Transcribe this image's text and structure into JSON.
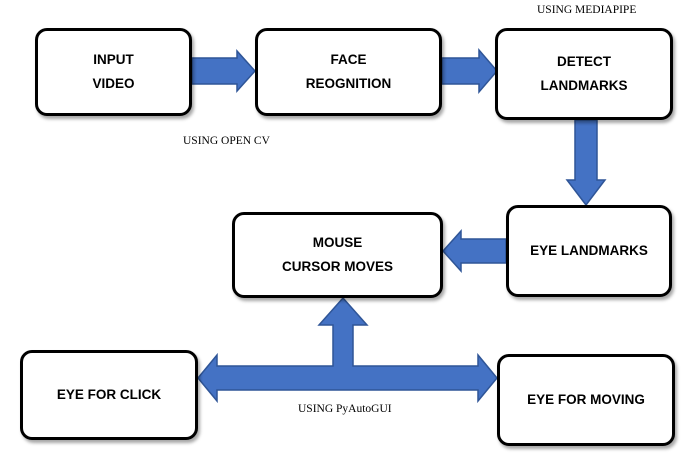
{
  "diagram": {
    "colors": {
      "arrow_fill": "#4472C4",
      "arrow_stroke": "#2F5597",
      "box_border": "#000000",
      "box_fill": "#FFFFFF"
    },
    "nodes": {
      "input_video": "INPUT\nVIDEO",
      "face_recognition": "FACE\nREOGNITION",
      "detect_landmarks": "DETECT\nLANDMARKS",
      "eye_landmarks": "EYE LANDMARKS",
      "mouse_cursor": "MOUSE\nCURSOR MOVES",
      "eye_click": "EYE FOR CLICK",
      "eye_moving": "EYE FOR MOVING"
    },
    "notes": {
      "mediapipe": "USING MEDIAPIPE",
      "opencv": "USING OPEN CV",
      "pyautogui": "USING PyAutoGUI"
    },
    "edges": [
      {
        "from": "input_video",
        "to": "face_recognition"
      },
      {
        "from": "face_recognition",
        "to": "detect_landmarks"
      },
      {
        "from": "detect_landmarks",
        "to": "eye_landmarks"
      },
      {
        "from": "eye_landmarks",
        "to": "mouse_cursor"
      },
      {
        "from": "eye_click",
        "to": "mouse_cursor"
      },
      {
        "from": "eye_click",
        "to": "eye_moving"
      }
    ]
  }
}
